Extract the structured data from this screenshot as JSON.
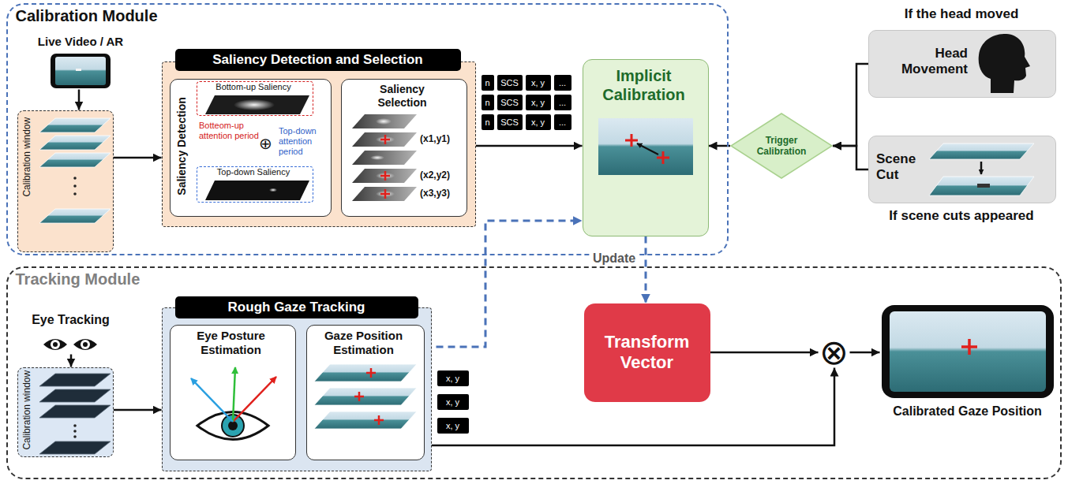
{
  "diagram": {
    "nodes": [
      {
        "text": [
          "Calibration Module"
        ]
      },
      {
        "text": [
          "Live Video / AR"
        ],
        "in": 0
      },
      {
        "text": [
          "Calibration window"
        ],
        "in": 0
      },
      {
        "text": [
          "Saliency Detection and Selection"
        ],
        "in": 0
      },
      {
        "text": [
          "Saliency Detection"
        ],
        "in": 3
      },
      {
        "text": [
          "Bottom-up Saliency"
        ],
        "in": 4
      },
      {
        "text": [
          "Top-down Saliency"
        ],
        "in": 4
      },
      {
        "text": [
          "Saliency Selection"
        ],
        "in": 3
      },
      {
        "text": [
          "n"
        ],
        "in": 0
      },
      {
        "text": [
          "SCS"
        ],
        "in": 0
      },
      {
        "text": [
          "x, y"
        ],
        "in": 0
      },
      {
        "text": [
          "..."
        ],
        "in": 0
      },
      {
        "text": [
          "n"
        ],
        "in": 0
      },
      {
        "text": [
          "SCS"
        ],
        "in": 0
      },
      {
        "text": [
          "x, y"
        ],
        "in": 0
      },
      {
        "text": [
          "..."
        ],
        "in": 0
      },
      {
        "text": [
          "n"
        ],
        "in": 0
      },
      {
        "text": [
          "SCS"
        ],
        "in": 0
      },
      {
        "text": [
          "x, y"
        ],
        "in": 0
      },
      {
        "text": [
          "..."
        ],
        "in": 0
      },
      {
        "text": [
          "Implicit Calibration"
        ],
        "in": 0
      },
      {
        "text": [
          "Trigger Calibration"
        ]
      },
      {
        "text": [
          "If the head moved",
          "Head Movement"
        ]
      },
      {
        "text": [
          "Scene Cut",
          "If scene cuts appeared"
        ]
      },
      {
        "text": [
          "Tracking Module"
        ]
      },
      {
        "text": [
          "Eye Tracking"
        ],
        "in": 24
      },
      {
        "text": [
          "Calibration window"
        ],
        "in": 24
      },
      {
        "text": [
          "Rough Gaze Tracking"
        ],
        "in": 24
      },
      {
        "text": [
          "Eye Posture Estimation"
        ],
        "in": 27
      },
      {
        "text": [
          "Gaze Position Estimation"
        ],
        "in": 27
      },
      {
        "text": [
          "x, y"
        ],
        "in": 24
      },
      {
        "text": [
          "x, y"
        ],
        "in": 24
      },
      {
        "text": [
          "x, y"
        ],
        "in": 24
      },
      {
        "text": [
          "Transform Vector"
        ],
        "in": 24
      },
      {
        "text": [
          "⊗"
        ],
        "in": 24
      },
      {
        "text": [
          "Calibrated Gaze Position"
        ],
        "in": 24
      }
    ],
    "edges": [
      {
        "from": 1,
        "to": 2,
        "arrow": "to"
      },
      {
        "from": 2,
        "to": 3,
        "arrow": "to"
      },
      {
        "from": 4,
        "to": 7,
        "arrow": "to"
      },
      {
        "from": 3,
        "to": 20,
        "arrow": "to"
      },
      {
        "from": 21,
        "to": 20,
        "arrow": "to"
      },
      {
        "from": 22,
        "to": 21,
        "arrow": "to"
      },
      {
        "from": 23,
        "to": 21,
        "arrow": "to"
      },
      {
        "from": 29,
        "to": 20,
        "arrow": "to"
      },
      {
        "from": 20,
        "to": 33,
        "label": "Update",
        "arrow": "to"
      },
      {
        "from": 25,
        "to": 26,
        "arrow": "to"
      },
      {
        "from": 26,
        "to": 27,
        "arrow": "to"
      },
      {
        "from": 28,
        "to": 29,
        "arrow": "to"
      },
      {
        "from": 29,
        "to": 34,
        "arrow": "to"
      },
      {
        "from": 33,
        "to": 34,
        "arrow": "to"
      },
      {
        "from": 34,
        "to": 35,
        "arrow": "to"
      }
    ],
    "labels": [
      "Botteom-up attention period",
      "⊕",
      "Top-down attention period",
      "(x1,y1)",
      "(x2,y2)",
      "(x3,y3)"
    ]
  }
}
